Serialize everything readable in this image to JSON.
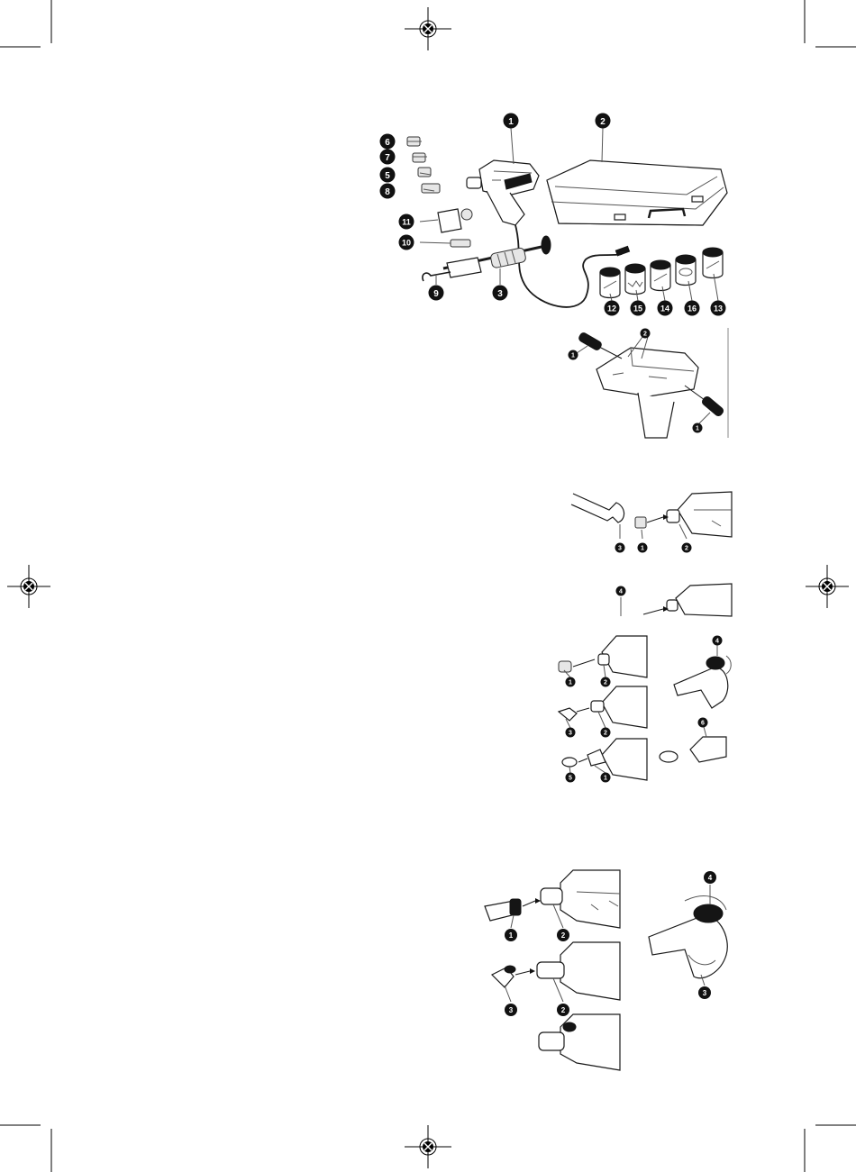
{
  "figure_a": {
    "callouts": [
      "1",
      "2",
      "3",
      "5",
      "6",
      "7",
      "8",
      "9",
      "10",
      "11",
      "12",
      "13",
      "14",
      "15",
      "16"
    ]
  },
  "figure_b": {
    "callouts": [
      "1",
      "2",
      "1"
    ]
  },
  "figure_c": {
    "callouts": [
      "3",
      "1",
      "2",
      "4"
    ]
  },
  "figure_d": {
    "callouts": [
      "1",
      "2",
      "3",
      "2",
      "5",
      "1",
      "4",
      "6"
    ]
  },
  "figure_e": {
    "callouts": [
      "1",
      "2",
      "3",
      "2",
      "4",
      "3"
    ]
  }
}
